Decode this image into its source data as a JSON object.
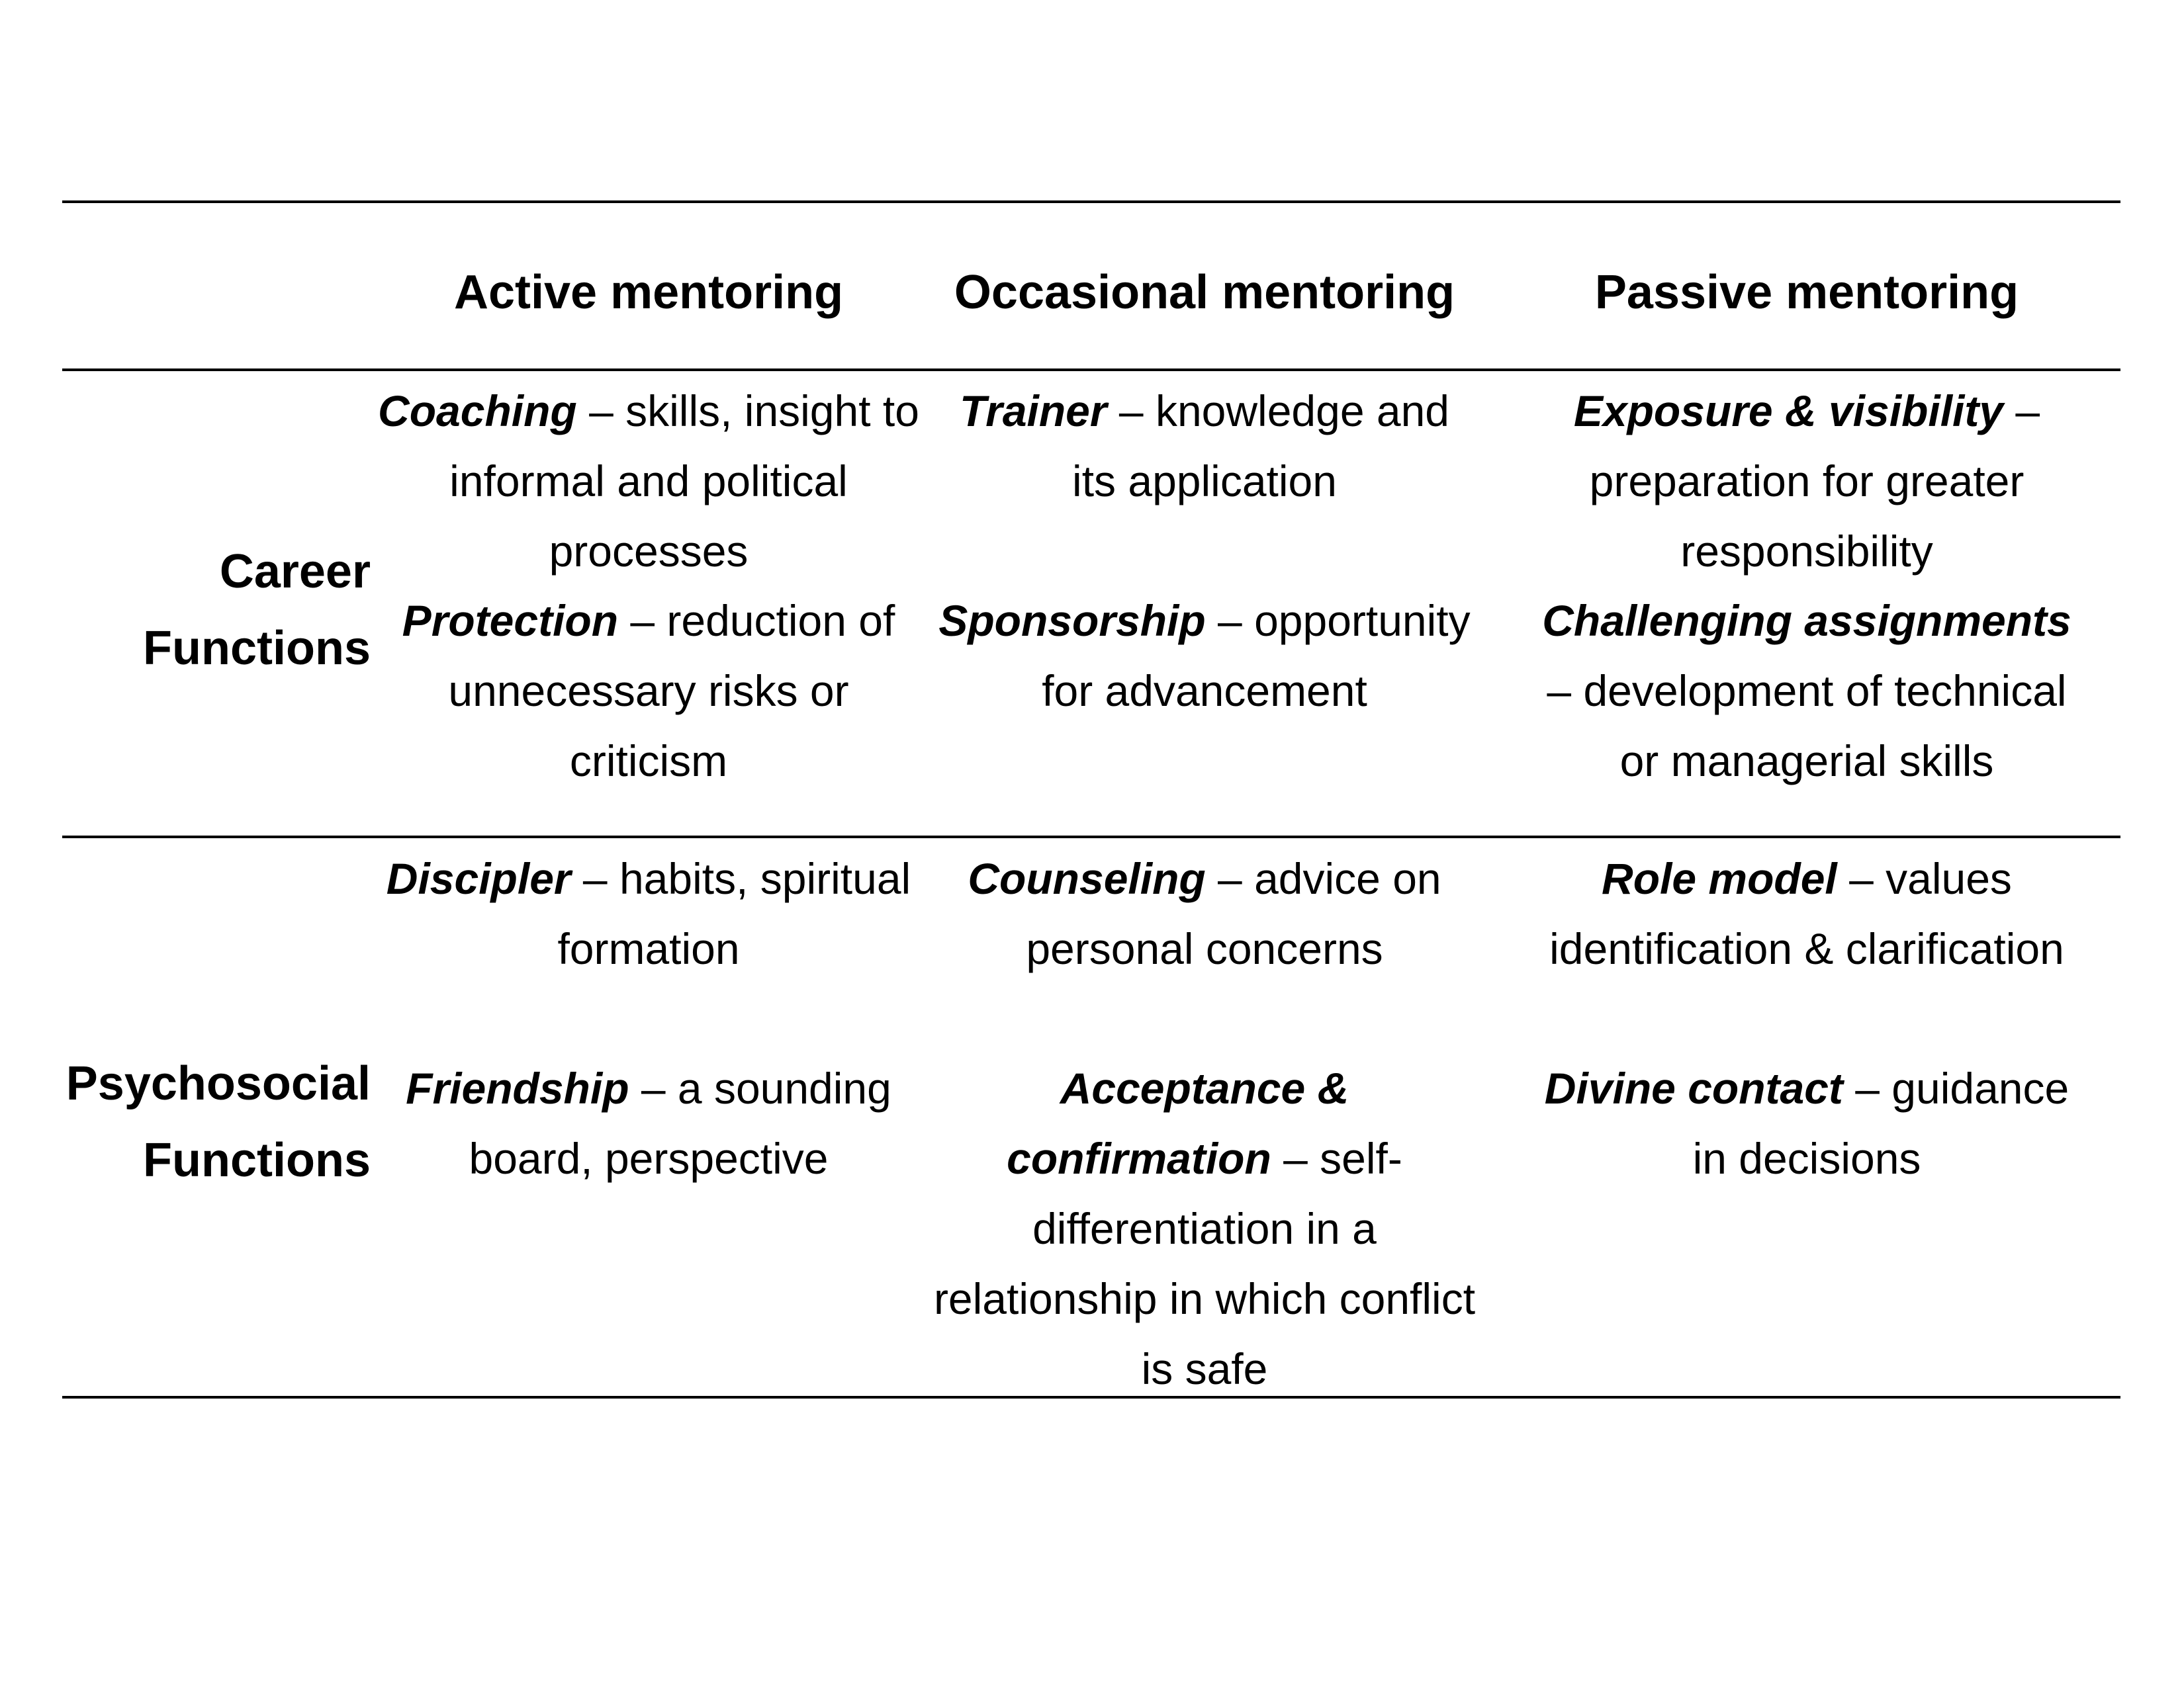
{
  "columns": {
    "active": "Active mentoring",
    "occasional": "Occasional mentoring",
    "passive": "Passive mentoring"
  },
  "rows": {
    "career": {
      "label_line1": "Career",
      "label_line2": "Functions",
      "active": [
        {
          "term": "Coaching",
          "desc": " – skills, insight to informal and political processes"
        },
        {
          "term": "Protection",
          "desc": " – reduction of unnecessary risks or criticism"
        }
      ],
      "occasional": [
        {
          "term": "Trainer",
          "desc": " – knowledge and its application"
        },
        {
          "term": "Sponsorship",
          "desc": " – opportunity for advancement"
        }
      ],
      "passive": [
        {
          "term": "Exposure & visibility",
          "desc": " – preparation for greater responsibility"
        },
        {
          "term": "Challenging assignments",
          "desc": " – development of technical or managerial skills"
        }
      ]
    },
    "psychosocial": {
      "label_line1": "Psychosocial",
      "label_line2": "Functions",
      "active": [
        {
          "term": "Discipler",
          "desc": " – habits, spiritual formation"
        },
        {
          "term": "Friendship",
          "desc": " – a sounding board, perspective"
        }
      ],
      "occasional": [
        {
          "term": "Counseling",
          "desc": " – advice on personal concerns"
        },
        {
          "term": "Acceptance & confirmation",
          "desc": " – self-differentiation in a relationship in which conflict is safe"
        }
      ],
      "passive": [
        {
          "term": "Role model",
          "desc": " – values identification & clarification"
        },
        {
          "term": "Divine contact",
          "desc": " – guidance in decisions"
        }
      ]
    }
  }
}
